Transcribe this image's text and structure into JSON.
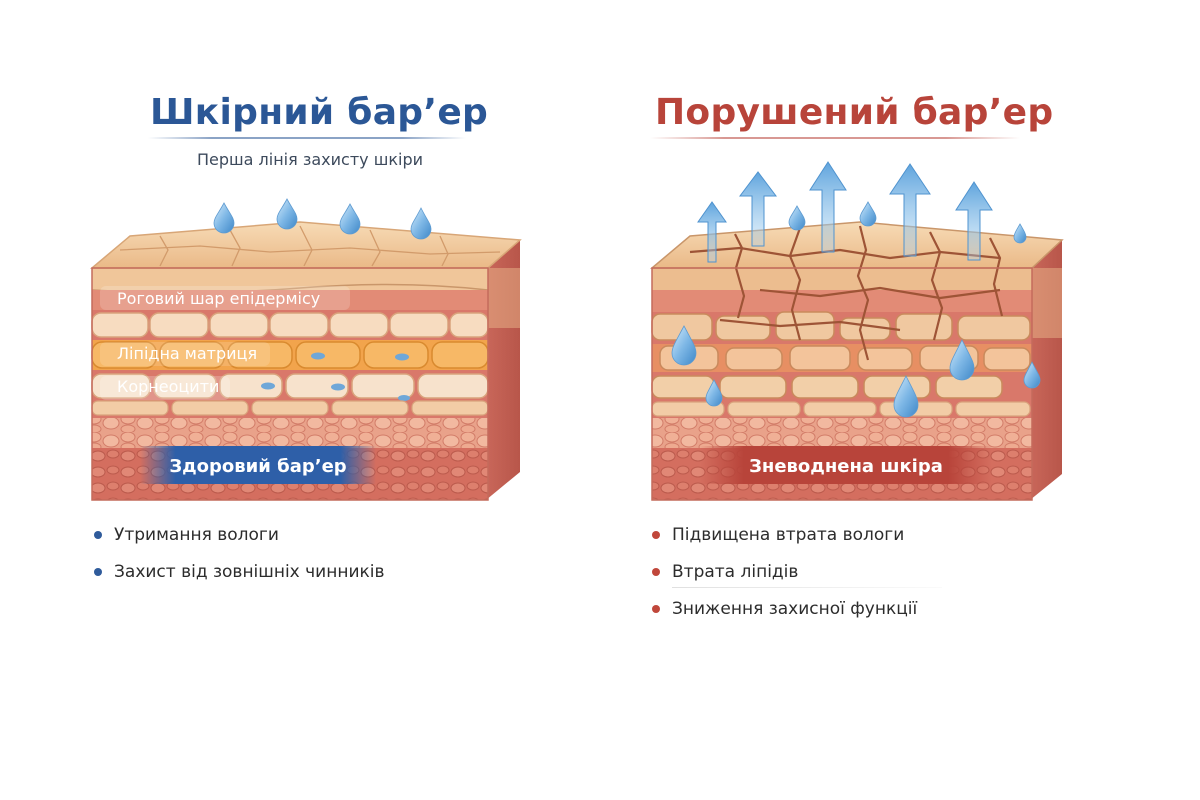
{
  "left_panel": {
    "title": "Шкірний бар’ер",
    "subtitle": "Перша лінія захисту шкіри",
    "layer_labels": [
      "Роговий шар епідермісу",
      "Ліпідна матриця",
      "Корнеоцити"
    ],
    "badge": "Здоровий бар’ер",
    "bullets": [
      "Утримання вологи",
      "Захист від зовнішніх чинників"
    ]
  },
  "right_panel": {
    "title": "Порушений бар’ер",
    "badge": "Зневоднена шкіра",
    "bullets": [
      "Підвищена втрата вологи",
      "Втрата ліпідів",
      "Зниження захисної функції"
    ]
  },
  "colors": {
    "healthy_accent": "#2b5796",
    "damaged_accent": "#b8443a",
    "water": "#7fb8e6",
    "skin_top": "#f1c89a",
    "skin_red": "#d9786a",
    "lipid": "#ef9f45"
  }
}
